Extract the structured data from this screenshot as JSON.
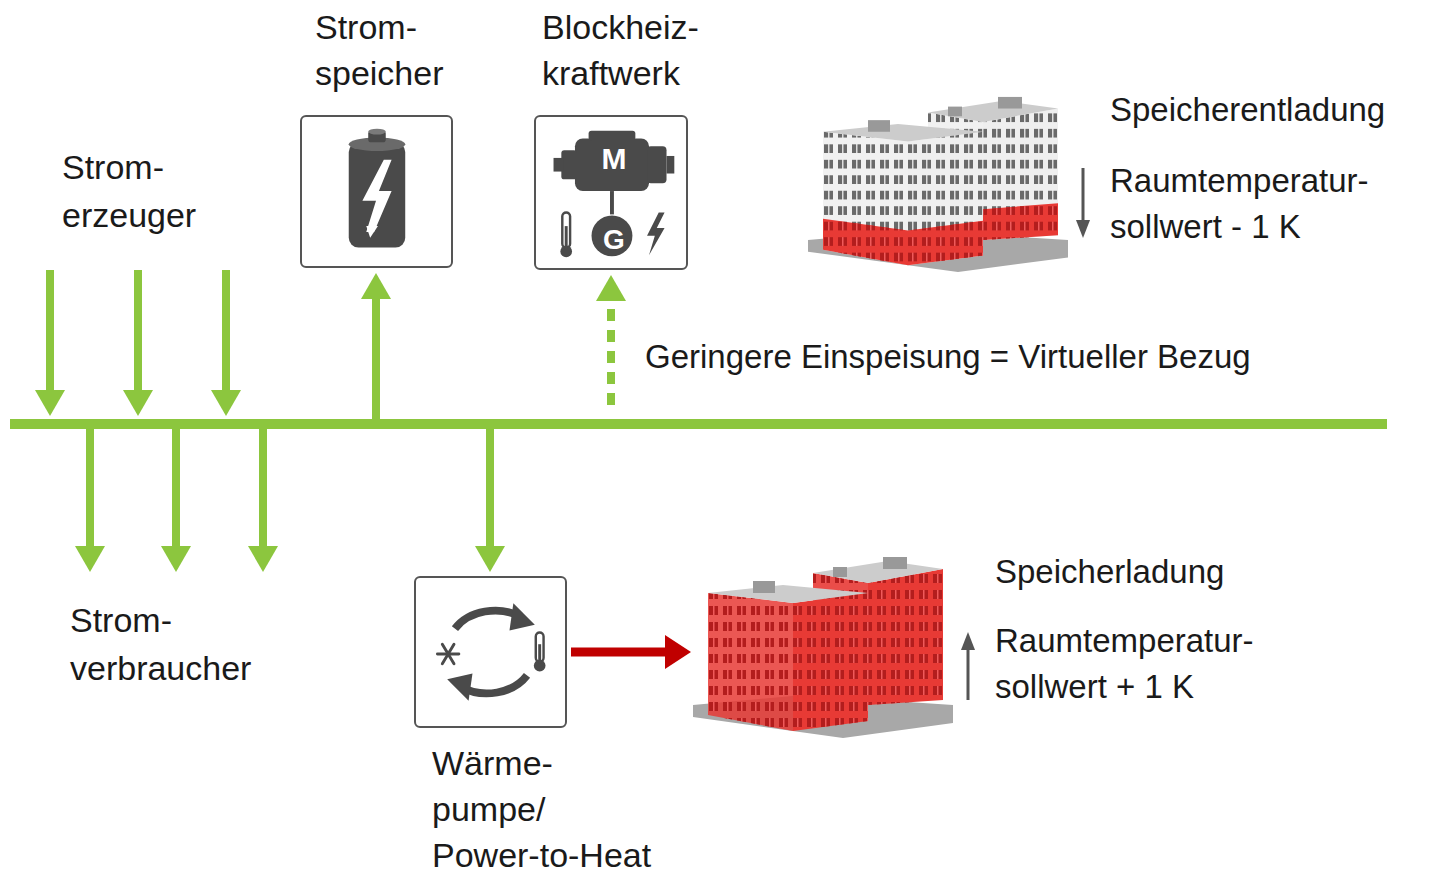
{
  "diagram": {
    "nodes": [
      {
        "text": [
          "Strom- speicher"
        ]
      },
      {
        "text": [
          "Blockheiz- kraftwerk"
        ]
      },
      {
        "text": [
          "Speicherentladung",
          "Raumtemperatur- sollwert - 1 K"
        ]
      },
      {
        "text": [
          "Wärme- pumpe/ Power-to-Heat"
        ]
      },
      {
        "text": [
          "Speicherladung",
          "Raumtemperatur- sollwert + 1 K"
        ]
      }
    ],
    "edges": [
      {
        "from": 3,
        "to": 4,
        "arrow": "to"
      }
    ],
    "labels": [
      "Strom- erzeuger",
      "Strom- verbraucher",
      "Geringere Einspeisung = Virtueller Bezug",
      "M",
      "G"
    ]
  }
}
